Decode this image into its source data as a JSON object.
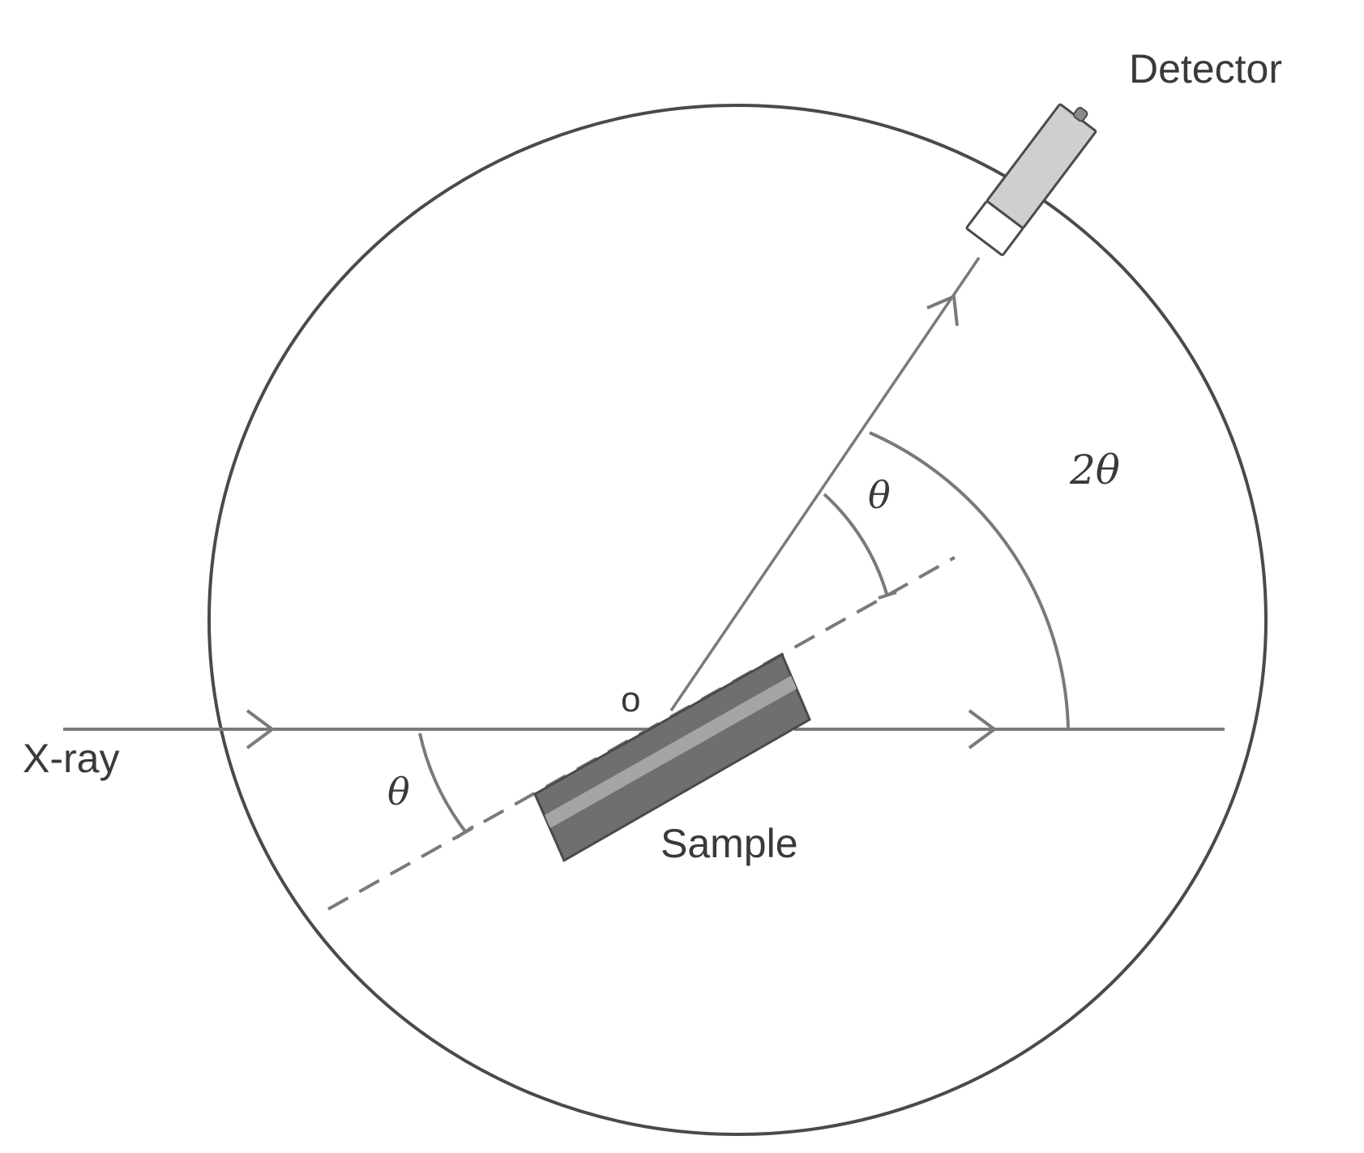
{
  "labels": {
    "detector": "Detector",
    "xray": "X-ray",
    "sample": "Sample",
    "origin": "o",
    "theta_incident": "θ",
    "theta_reflected": "θ",
    "two_theta": "2θ"
  },
  "colors": {
    "circle": "#4a4a4a",
    "beam": "#7a7a7a",
    "sample_fill": "#6f6f6f",
    "sample_stripe": "#a5a5a5",
    "detector_body": "#cfcfcf",
    "detector_window": "#ffffff",
    "text": "#3a3a3a"
  }
}
